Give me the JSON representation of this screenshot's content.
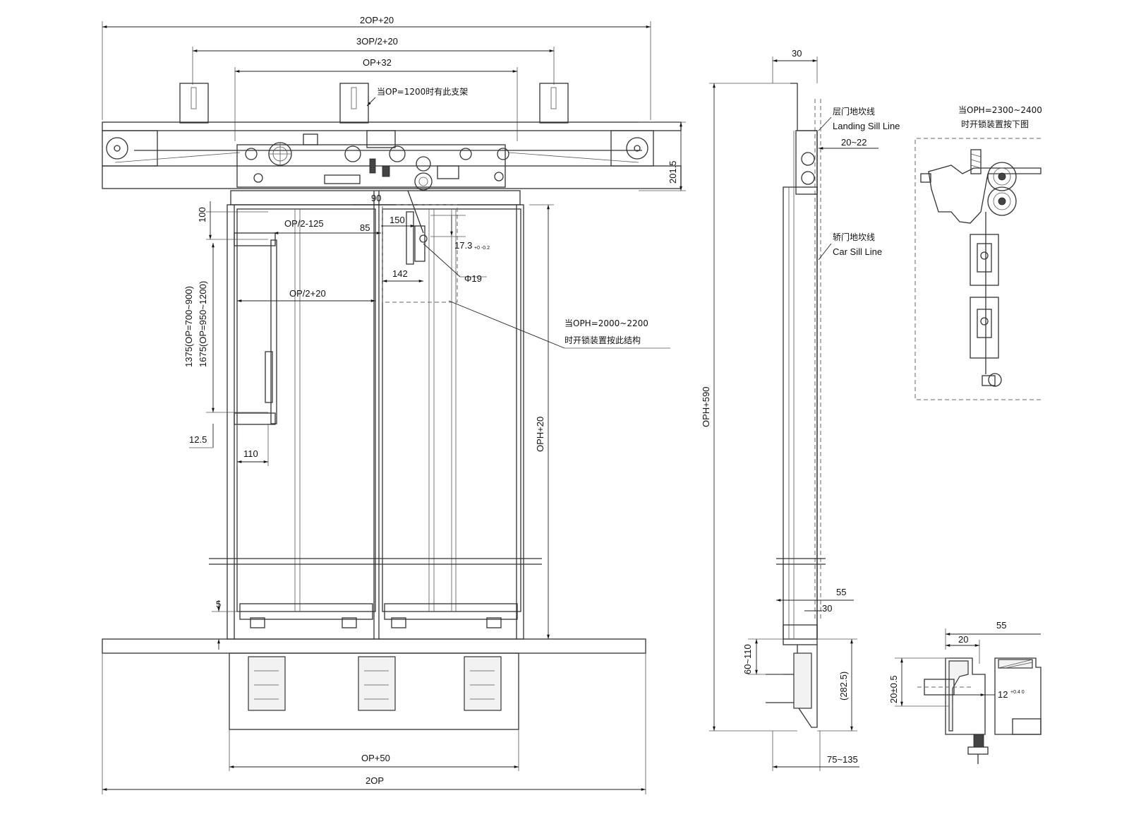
{
  "front_view": {
    "dims": {
      "top_total": "2OP+20",
      "bracket_span": "3OP/2+20",
      "inner_span": "OP+32",
      "header_height": "201.5",
      "d100": "100",
      "op2_125": "OP/2-125",
      "d85": "85",
      "d150": "150",
      "d90": "90",
      "d17": "17.3",
      "d17_tol": "+0 -0.2",
      "d142": "142",
      "phi19": "Φ19",
      "op2_20": "OP/2+20",
      "vertical_range": "1375(OP=700~900)",
      "vertical_range2": "1675(OP=950~1200)",
      "d12_5": "12.5",
      "d110": "110",
      "oph20": "OPH+20",
      "d5": "5",
      "op50": "OP+50",
      "op2": "2OP"
    },
    "notes": {
      "bracket_note": "当OP=1200时有此支架",
      "lock_note_1": "当OPH=2000~2200",
      "lock_note_2": "时开锁装置按此结构"
    }
  },
  "side_view": {
    "dims": {
      "d30_top": "30",
      "d20_22": "20~22",
      "oph590": "OPH+590",
      "d55": "55",
      "d30_bottom": "30",
      "d60_110": "60~110",
      "d282_5": "(282.5)",
      "d75_135": "75~135"
    },
    "labels": {
      "landing_cn": "层门地坎线",
      "landing_en": "Landing Sill Line",
      "car_cn": "轿门地坎线",
      "car_en": "Car Sill Line"
    }
  },
  "detail_top": {
    "note_1": "当OPH=2300~2400",
    "note_2": "时开锁装置按下图"
  },
  "detail_bottom": {
    "dims": {
      "d55": "55",
      "d20": "20",
      "d20_tol": "20±0.5",
      "d12": "12",
      "d12_tol": "+0.4 0"
    }
  }
}
